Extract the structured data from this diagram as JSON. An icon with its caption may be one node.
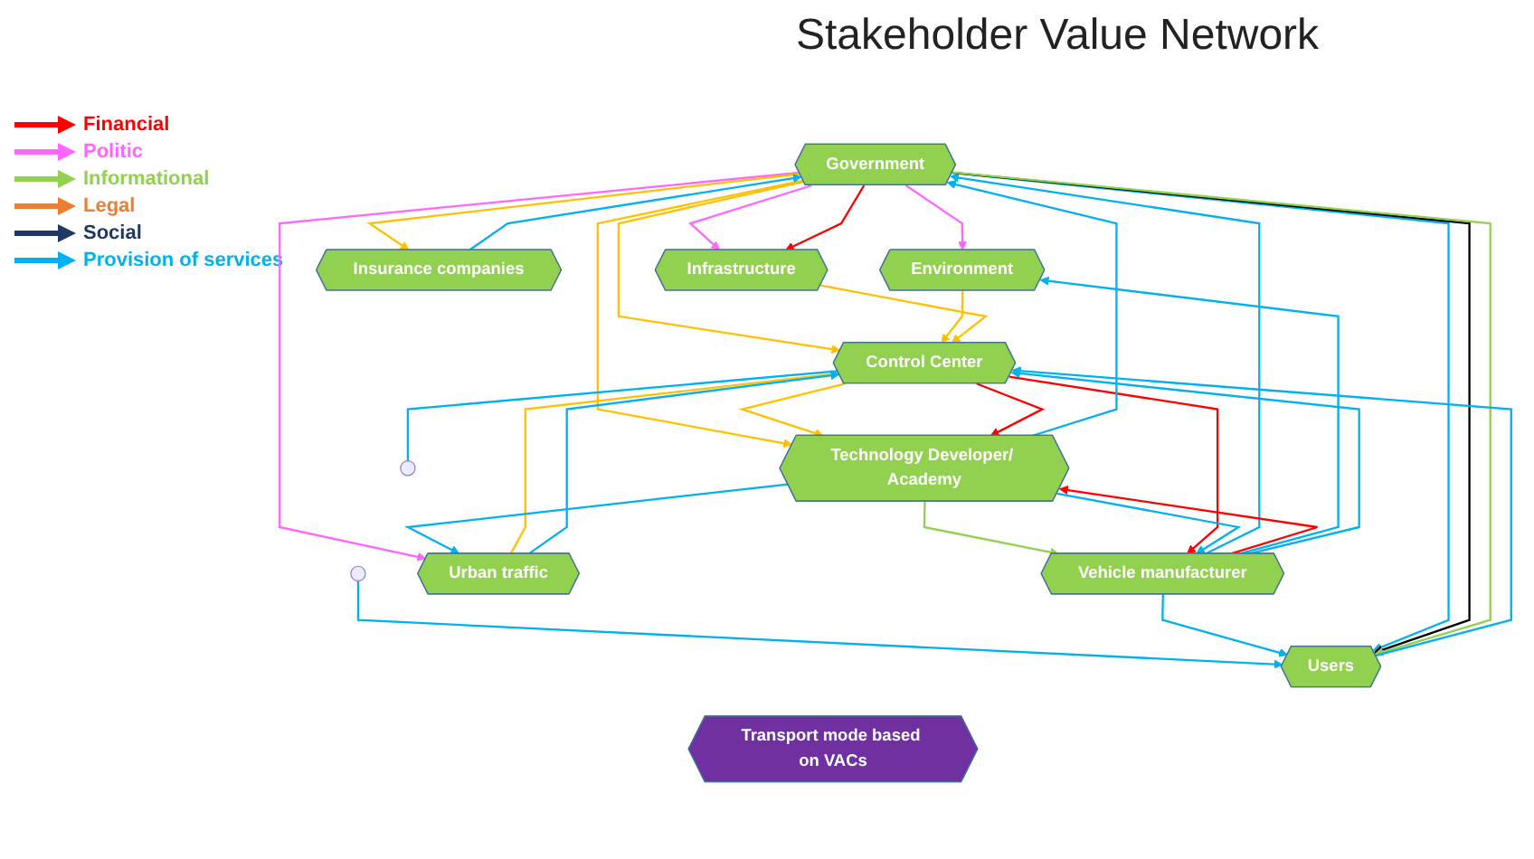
{
  "diagram": {
    "title": "Stakeholder Value Network",
    "nodes": [
      {
        "text": [
          "Government"
        ]
      },
      {
        "text": [
          "Vehicle manufacturer"
        ]
      },
      {
        "text": [
          "Users"
        ]
      },
      {
        "text": [
          "Environment"
        ]
      },
      {
        "text": [
          "Transport mode based on VACs"
        ]
      },
      {
        "text": [
          "Insurance companies"
        ]
      },
      {
        "text": [
          "Control Center"
        ]
      },
      {
        "text": [
          "Infrastructure"
        ]
      },
      {
        "text": [
          "Technology Developer/ Academy"
        ]
      },
      {
        "text": [
          "Urban traffic"
        ]
      }
    ],
    "edges": [
      {
        "from": 0,
        "to": 3,
        "arrow": "to",
        "color": "#ff66ff"
      },
      {
        "from": 0,
        "to": 7,
        "arrow": "to",
        "color": "#ff66ff"
      },
      {
        "from": 0,
        "to": 9,
        "arrow": "to",
        "color": "#ff66ff"
      },
      {
        "from": 0,
        "to": 5,
        "arrow": "to",
        "color": "#ffc000"
      },
      {
        "from": 0,
        "to": 6,
        "arrow": "to",
        "color": "#ffc000"
      },
      {
        "from": 0,
        "to": 8,
        "arrow": "to",
        "color": "#ffc000"
      },
      {
        "from": 3,
        "to": 6,
        "arrow": "to",
        "color": "#ffc000"
      },
      {
        "from": 6,
        "to": 8,
        "arrow": "to",
        "color": "#ffc000"
      },
      {
        "from": 7,
        "to": 6,
        "arrow": "to",
        "color": "#ffc000"
      },
      {
        "from": 9,
        "to": 6,
        "arrow": "to",
        "color": "#ffc000"
      },
      {
        "from": 5,
        "to": 0,
        "arrow": "to"
      },
      {
        "from": null,
        "to": 2,
        "arrow": "to"
      },
      {
        "from": 1,
        "to": 0,
        "arrow": "to"
      },
      {
        "from": 1,
        "to": 2,
        "arrow": "to"
      },
      {
        "from": 0,
        "to": 2,
        "arrow": "to"
      },
      {
        "from": 0,
        "to": 2,
        "arrow": "to",
        "color": "#000000"
      },
      {
        "from": 0,
        "to": 2,
        "arrow": "to",
        "color": "#92d050"
      },
      {
        "from": 8,
        "to": 1,
        "arrow": "to",
        "color": "#92d050"
      },
      {
        "from": 0,
        "to": 7,
        "arrow": "to",
        "color": "#ff0000"
      },
      {
        "from": 6,
        "to": 1,
        "arrow": "to",
        "color": "#ff0000"
      },
      {
        "from": 1,
        "to": 8,
        "arrow": "to",
        "color": "#ff0000"
      },
      {
        "from": 6,
        "to": 8,
        "arrow": "to",
        "color": "#ff0000"
      },
      {
        "from": 1,
        "to": 3,
        "arrow": "to"
      },
      {
        "from": 1,
        "to": 6,
        "arrow": "to"
      },
      {
        "from": 2,
        "to": 6,
        "arrow": "to"
      },
      {
        "from": 8,
        "to": 0,
        "arrow": "to"
      },
      {
        "from": 8,
        "to": 9,
        "arrow": "to"
      },
      {
        "from": 9,
        "to": 6,
        "arrow": "to"
      },
      {
        "from": 8,
        "to": 1,
        "arrow": "to"
      },
      {
        "from": 6,
        "to": null,
        "arrow": "none"
      }
    ],
    "legend": [
      {
        "text": "Financial",
        "color": "#ff0000"
      },
      {
        "text": "Politic",
        "color": "#ff66ff"
      },
      {
        "text": "Informational",
        "color": "#92d050"
      },
      {
        "text": "Legal",
        "color": "#ed7d31"
      },
      {
        "text": "Social",
        "color": "#1f3864"
      },
      {
        "text": "Provision of services",
        "color": "#00b0f0"
      }
    ]
  }
}
